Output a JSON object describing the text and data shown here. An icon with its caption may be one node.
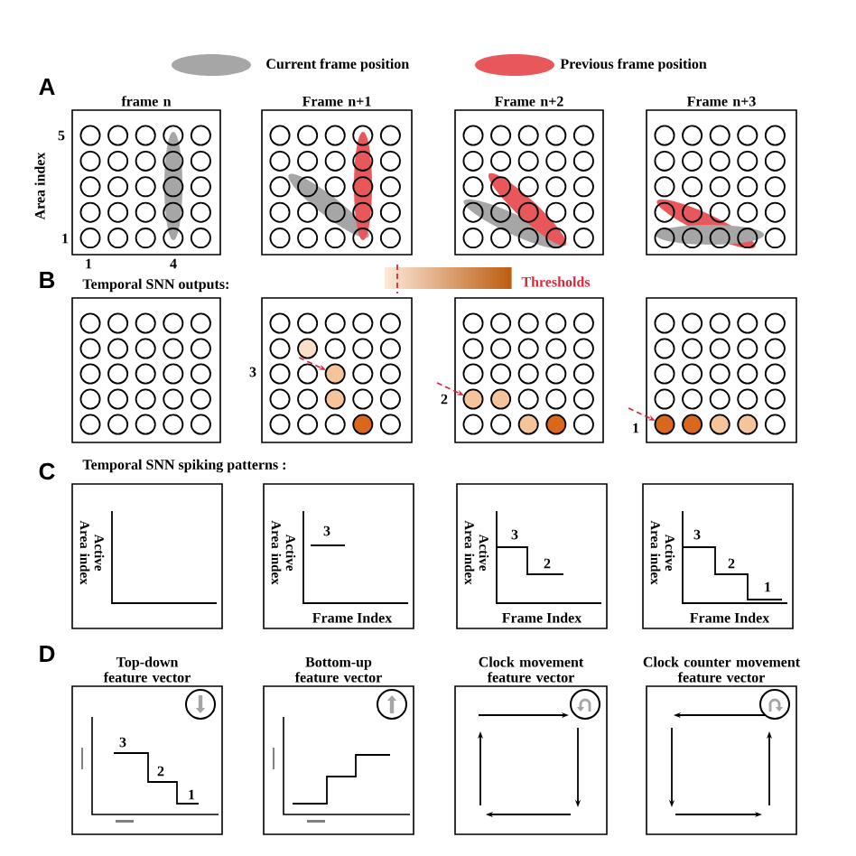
{
  "diagram": {
    "nodes": [
      {
        "text": [
          "frame n"
        ]
      },
      {
        "text": [
          "Frame n+1"
        ]
      },
      {
        "text": [
          "Frame n+2"
        ]
      },
      {
        "text": [
          "Frame n+3"
        ]
      },
      {
        "text": [],
        "shape": "box"
      },
      {
        "text": [],
        "shape": "box"
      },
      {
        "text": [],
        "shape": "box"
      },
      {
        "text": [],
        "shape": "box"
      },
      {
        "text": [],
        "shape": "box"
      },
      {
        "text": [],
        "shape": "box"
      },
      {
        "text": [],
        "shape": "box"
      },
      {
        "text": [],
        "shape": "box"
      },
      {
        "text": [
          "Top-down feature vector"
        ]
      },
      {
        "text": [
          "Bottom-up feature vector"
        ]
      },
      {
        "text": [
          "Clock movement feature vector"
        ]
      },
      {
        "text": [
          "Clock counter movement feature vector"
        ]
      }
    ],
    "labels": [
      "A",
      "5",
      "Area index",
      "1",
      "1",
      "4",
      "B",
      "Temporal SNN outputs:",
      "Thresholds",
      "3",
      "2",
      "1",
      "C",
      "Temporal SNN spiking patterns :",
      "Active Area index",
      "Active Area index",
      "3",
      "Frame Index",
      "Active Area index",
      "3",
      "2",
      "Frame Index",
      "Active Area index",
      "3",
      "2",
      "1",
      "Frame Index",
      "D",
      "3",
      "2",
      "1"
    ],
    "legend": [
      {
        "text": "Current frame position",
        "color": "#a6a6a6"
      },
      {
        "text": "Previous frame position",
        "color": "#e8585a"
      }
    ]
  }
}
